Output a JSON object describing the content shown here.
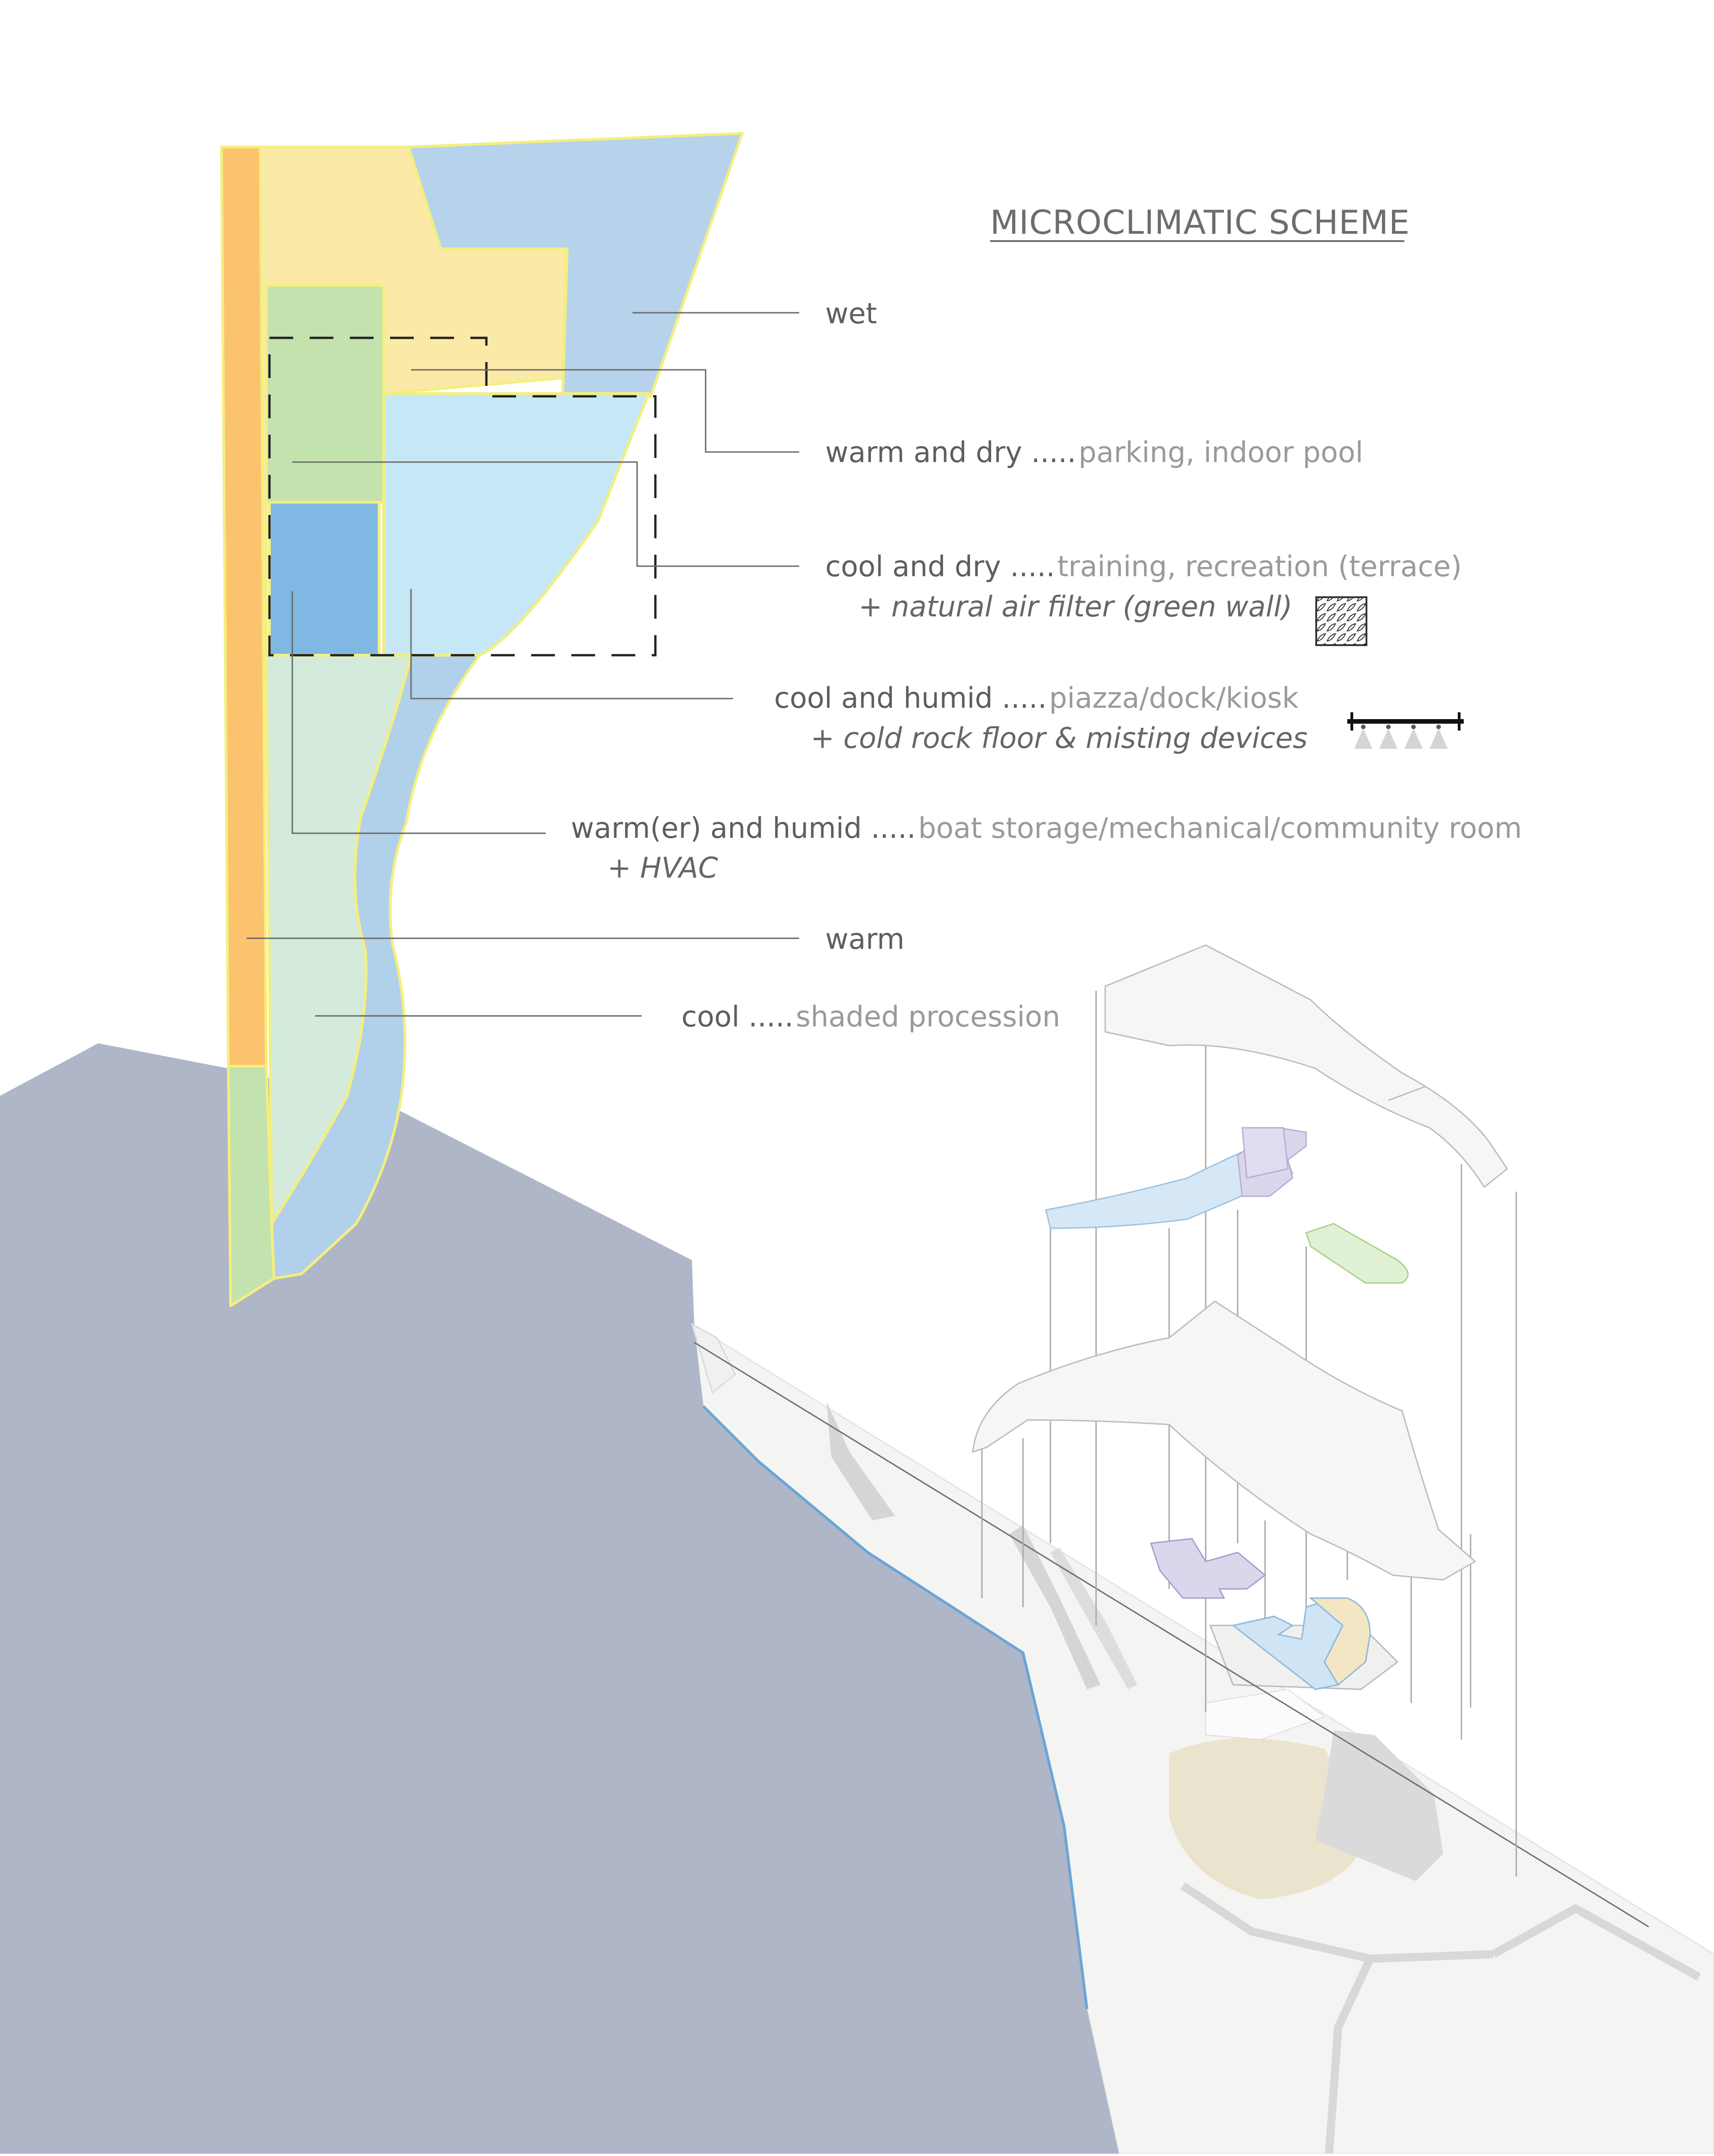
{
  "title": "MICROCLIMATIC SCHEME",
  "zones": [
    {
      "id": "wet",
      "label": "wet",
      "uses": "",
      "extra": ""
    },
    {
      "id": "warm-dry",
      "label": "warm and dry .....",
      "uses": "parking, indoor pool",
      "extra": ""
    },
    {
      "id": "cool-dry",
      "label": "cool and dry .....",
      "uses": "training, recreation (terrace)",
      "extra": "+ natural air filter (green wall)",
      "icon": "green-wall-icon"
    },
    {
      "id": "cool-humid",
      "label": "cool and humid .....",
      "uses": "piazza/dock/kiosk",
      "extra": "+ cold rock floor & misting devices",
      "icon": "misting-devices-icon"
    },
    {
      "id": "warmer-humid",
      "label": "warm(er) and humid .....",
      "uses": "boat storage/mechanical/community room",
      "extra": "+ HVAC"
    },
    {
      "id": "warm",
      "label": "warm",
      "uses": "",
      "extra": ""
    },
    {
      "id": "cool",
      "label": "cool .....",
      "uses": "shaded procession",
      "extra": ""
    }
  ],
  "colors": {
    "wet": "#b6d3eb",
    "warm_dry": "#fbe9a8",
    "cool_dry": "#c6e8f6",
    "cool_humid": "#b1d0ea",
    "warmer_humid": "#7fb8e2",
    "green_wall": "#c3e2ad",
    "cool_procession": "#d4eadb",
    "warm": "#fcc36f",
    "outline": "#f3ef7f",
    "water": "#aeb6c8",
    "land": "#f4f5f3"
  }
}
